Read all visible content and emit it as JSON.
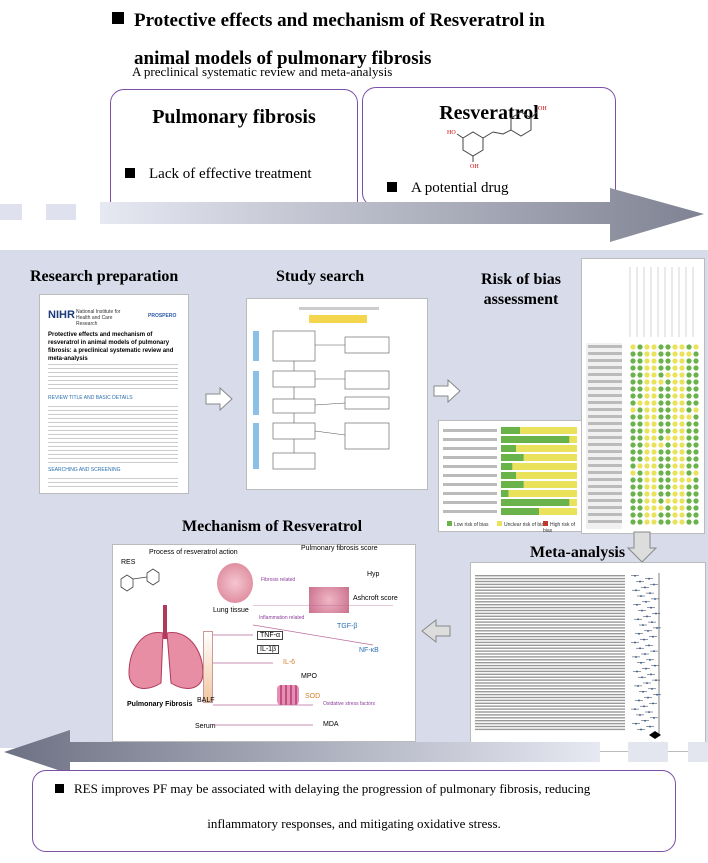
{
  "header": {
    "title_line1": "Protective effects and mechanism of Resveratrol in",
    "title_line2": "animal models of pulmonary fibrosis",
    "subtitle": "A preclinical systematic review and meta-analysis"
  },
  "left_box": {
    "title": "Pulmonary fibrosis",
    "bullet": "Lack of effective treatment"
  },
  "right_box": {
    "title": "Resveratrol",
    "bullet": "A potential drug"
  },
  "steps": {
    "research_preparation": "Research preparation",
    "study_search": "Study search",
    "risk_of_bias_line1": "Risk of bias",
    "risk_of_bias_line2": "assessment",
    "mechanism": "Mechanism of Resveratrol",
    "meta_analysis": "Meta-analysis"
  },
  "prospero": {
    "org": "NIHR",
    "org_sub": "National Institute for Health and Care Research",
    "brand": "PROSPERO",
    "doc_title": "Protective effects and mechanism of resveratrol in animal models of pulmonary fibrosis: a preclinical systematic review and meta-analysis",
    "section1": "REVIEW TITLE AND BASIC DETAILS",
    "section2": "SEARCHING AND SCREENING"
  },
  "mechanism_labels": {
    "process": "Process of resveratrol action",
    "res": "RES",
    "pulmonary_fibrosis": "Pulmonary Fibrosis",
    "lung_tissue": "Lung tissue",
    "score": "Pulmonary fibrosis score",
    "hyp": "Hyp",
    "ashcroft": "Ashcroft score",
    "fibrosis_related": "Fibrosis related",
    "inflammation_related": "Inflammation related",
    "tgf": "TGF-β",
    "nfkb": "NF-κB",
    "tnf": "TNF-α",
    "il1b": "IL-1β",
    "il6": "IL-6",
    "mpo": "MPO",
    "sod": "SOD",
    "mda": "MDA",
    "balf": "BALF",
    "serum": "Serum",
    "oxidative": "Oxidative stress factors"
  },
  "rob_legend": [
    "Low risk of bias",
    "Unclear risk of bias",
    "High risk of bias"
  ],
  "conclusion": {
    "line1": "RES improves PF may be associated with delaying the progression of pulmonary fibrosis, reducing",
    "line2": "inflammatory responses, and mitigating oxidative stress."
  },
  "colors": {
    "frame": "#7b4fa6",
    "panel": "#d8dbea",
    "rob_green": "#6ab24a",
    "rob_yellow": "#e9e25a",
    "rob_red": "#c0392b"
  }
}
